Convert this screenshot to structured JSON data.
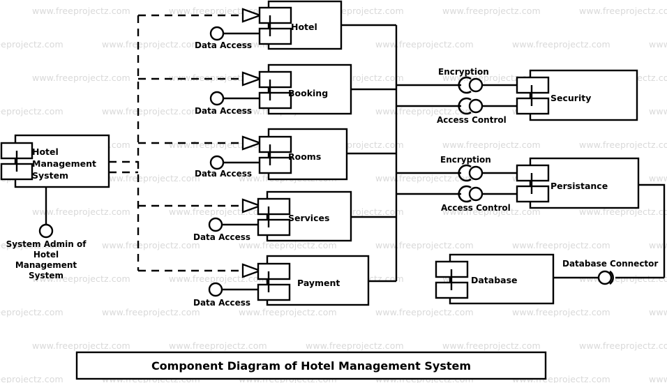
{
  "diagram": {
    "title": "Component Diagram of Hotel Management System",
    "notation": "UML Component Diagram",
    "watermark_text": "www.freeprojectz.com"
  },
  "system": {
    "name": "Hotel Management System",
    "actor_interface": "System Admin of Hotel Management System"
  },
  "components": [
    {
      "name": "Hotel",
      "provided_interface": "Data Access"
    },
    {
      "name": "Booking",
      "provided_interface": "Data Access"
    },
    {
      "name": "Rooms",
      "provided_interface": "Data Access"
    },
    {
      "name": "Services",
      "provided_interface": "Data Access"
    },
    {
      "name": "Payment",
      "provided_interface": "Data Access"
    }
  ],
  "service_components": [
    {
      "name": "Security",
      "interfaces": [
        "Encryption",
        "Access Control"
      ]
    },
    {
      "name": "Persistance",
      "interfaces": [
        "Encryption",
        "Access Control"
      ]
    }
  ],
  "storage": {
    "name": "Database",
    "connector_label": "Database Connector"
  },
  "colors": {
    "line": "#000000",
    "fill": "#ffffff",
    "watermark": "#d9d9d9"
  }
}
